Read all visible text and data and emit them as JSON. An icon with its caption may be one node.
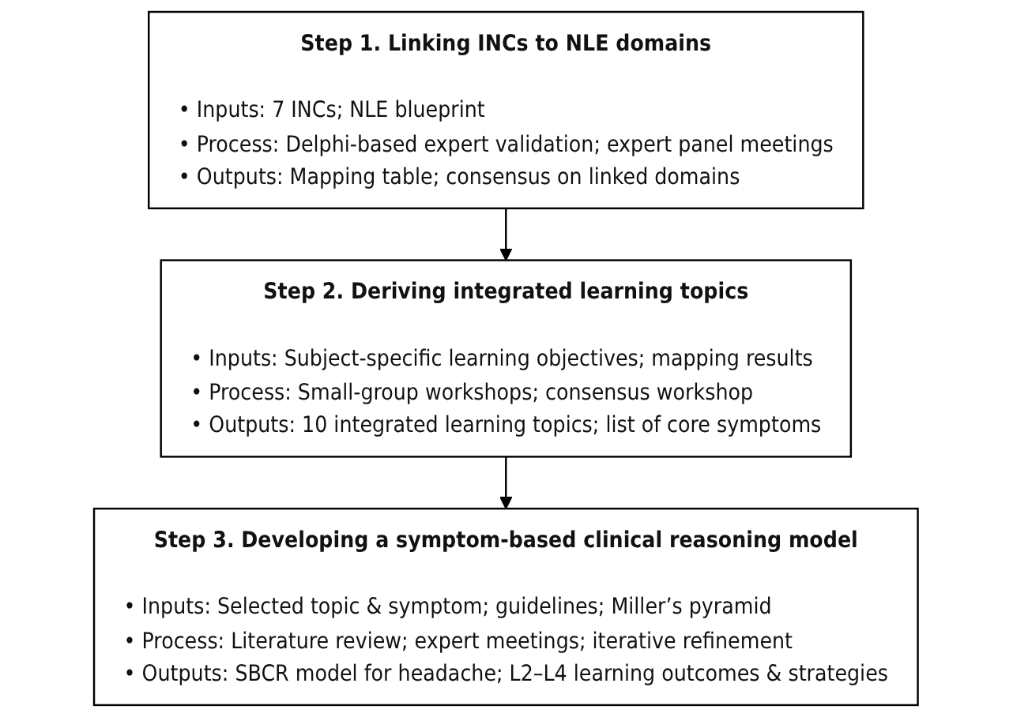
{
  "diagram": {
    "nodes": [
      {
        "text": [
          "Step 1. Linking INCs to NLE domains",
          "• Inputs: 7 INCs; NLE blueprint",
          "• Process: Delphi-based expert validation; expert panel meetings",
          "• Outputs: Mapping table; consensus on linked domains"
        ]
      },
      {
        "text": [
          "Step 2. Deriving integrated learning topics",
          "• Inputs: Subject-specific learning objectives; mapping results",
          "• Process: Small-group workshops; consensus workshop",
          "• Outputs: 10 integrated learning topics; list of core symptoms"
        ]
      },
      {
        "text": [
          "Step 3. Developing a symptom-based clinical reasoning model",
          "• Inputs: Selected topic & symptom; guidelines; Miller’s pyramid",
          "• Process: Literature review; expert meetings; iterative refinement",
          "• Outputs: SBCR model for headache; L2–L4 learning outcomes & strategies"
        ]
      }
    ],
    "edges": [
      {
        "from": 0,
        "to": 1,
        "arrow": "to"
      },
      {
        "from": 1,
        "to": 2,
        "arrow": "to"
      }
    ]
  }
}
